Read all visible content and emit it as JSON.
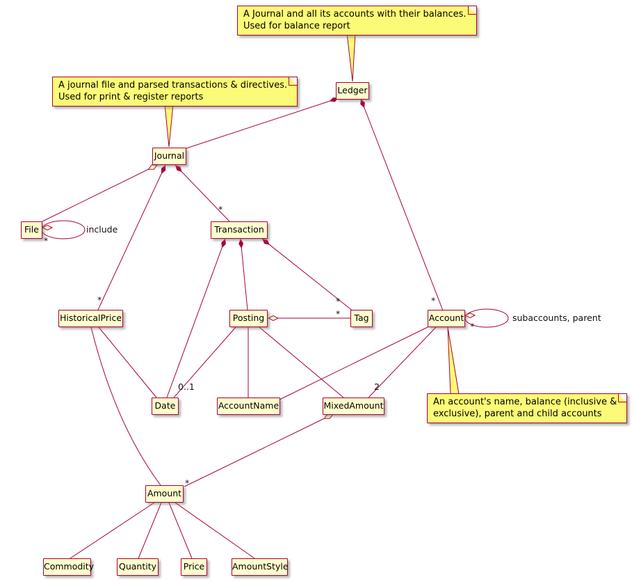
{
  "diagram": {
    "classes": {
      "ledger": "Ledger",
      "journal": "Journal",
      "file": "File",
      "transaction": "Transaction",
      "historical_price": "HistoricalPrice",
      "posting": "Posting",
      "tag": "Tag",
      "account": "Account",
      "date": "Date",
      "account_name": "AccountName",
      "mixed_amount": "MixedAmount",
      "amount": "Amount",
      "commodity": "Commodity",
      "quantity": "Quantity",
      "price": "Price",
      "amount_style": "AmountStyle"
    },
    "notes": {
      "ledger": {
        "line1": "A Journal and all its accounts with their balances.",
        "line2": "Used for balance report"
      },
      "journal": {
        "line1": "A journal file and parsed transactions & directives.",
        "line2": "Used for print & register reports"
      },
      "account": {
        "line1": "An account's name, balance (inclusive &",
        "line2": "exclusive), parent and child accounts"
      }
    },
    "labels": {
      "ledger_accounts": "*",
      "journal_transactions": "*",
      "journal_prices": "*",
      "transaction_tags": "*",
      "posting_tags": "*",
      "posting_date": "0..1",
      "account_balances": "2",
      "mixedamount_amounts": "*",
      "file_include": "include",
      "file_include_mult": "*",
      "account_self": "subaccounts, parent",
      "account_self_mult": "*"
    },
    "colors": {
      "box_bg": "#FEFECE",
      "note_bg": "#FBFB77",
      "line": "#A80036"
    }
  }
}
